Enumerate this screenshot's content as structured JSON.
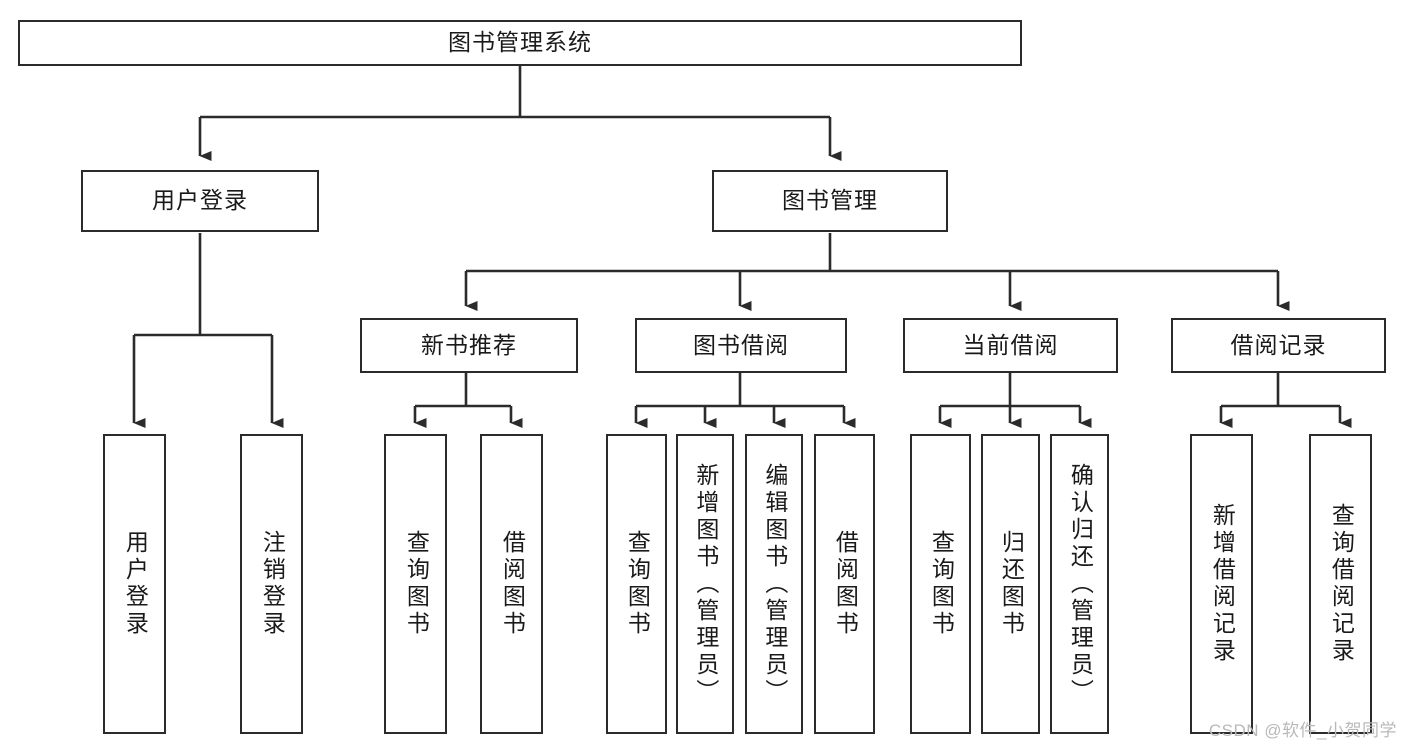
{
  "diagram": {
    "title": "图书管理系统",
    "type": "tree-hierarchy-diagram",
    "stroke_color": "#2b2b2b",
    "fill_color": "#ffffff",
    "text_color": "#1a1a1a"
  },
  "root": {
    "label": "图书管理系统"
  },
  "level2": [
    {
      "label": "用户登录"
    },
    {
      "label": "图书管理"
    }
  ],
  "level3": [
    {
      "label": "新书推荐"
    },
    {
      "label": "图书借阅"
    },
    {
      "label": "当前借阅"
    },
    {
      "label": "借阅记录"
    }
  ],
  "leaves": {
    "user_login": [
      {
        "label": "用户登录"
      },
      {
        "label": "注销登录"
      }
    ],
    "new_book_recommend": [
      {
        "label": "查询图书"
      },
      {
        "label": "借阅图书"
      }
    ],
    "book_borrow": [
      {
        "label": "查询图书"
      },
      {
        "label": "新增图书（管理员）"
      },
      {
        "label": "编辑图书（管理员）"
      },
      {
        "label": "借阅图书"
      }
    ],
    "current_borrow": [
      {
        "label": "查询图书"
      },
      {
        "label": "归还图书"
      },
      {
        "label": "确认归还（管理员）"
      }
    ],
    "borrow_record": [
      {
        "label": "新增借阅记录"
      },
      {
        "label": "查询借阅记录"
      }
    ]
  },
  "watermark": {
    "text": "CSDN @软件_小贺同学"
  }
}
